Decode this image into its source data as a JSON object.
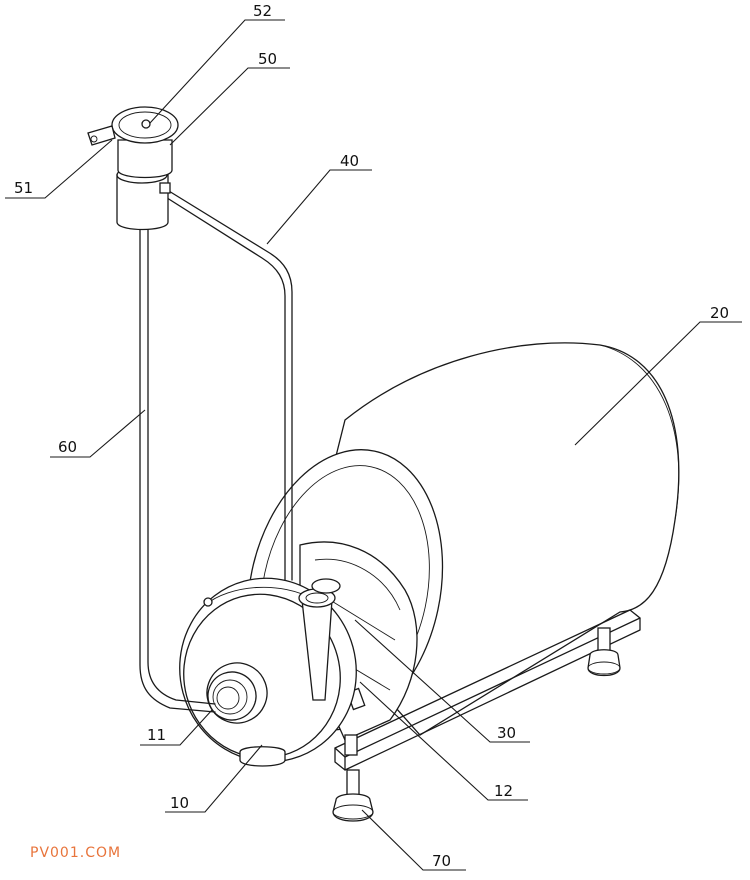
{
  "callouts": [
    {
      "id": "c52",
      "label": "52"
    },
    {
      "id": "c50",
      "label": "50"
    },
    {
      "id": "c51",
      "label": "51"
    },
    {
      "id": "c40",
      "label": "40"
    },
    {
      "id": "c20",
      "label": "20"
    },
    {
      "id": "c60",
      "label": "60"
    },
    {
      "id": "c11",
      "label": "11"
    },
    {
      "id": "c30",
      "label": "30"
    },
    {
      "id": "c12",
      "label": "12"
    },
    {
      "id": "c10",
      "label": "10"
    },
    {
      "id": "c70",
      "label": "70"
    }
  ],
  "watermark": {
    "text": "PV001.COM",
    "color": "#e8743b"
  }
}
